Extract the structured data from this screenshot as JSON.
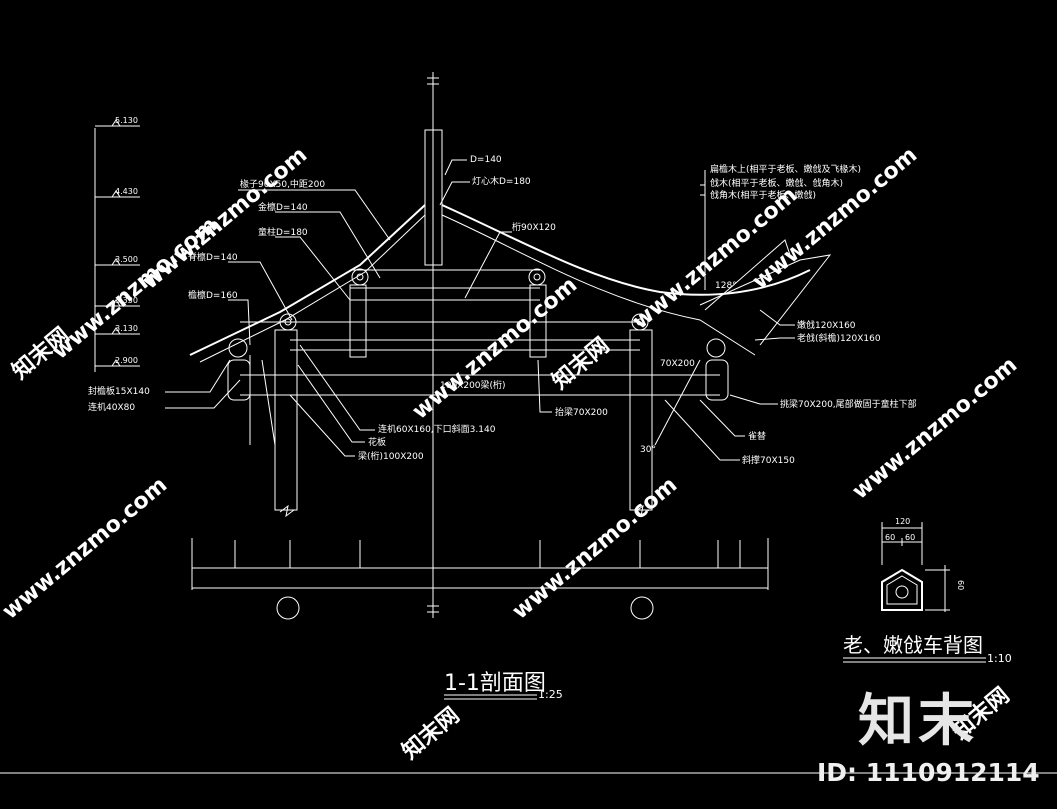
{
  "levels": [
    "5.130",
    "4.430",
    "3.500",
    "3.350",
    "3.130",
    "2.900"
  ],
  "left_annotations": [
    "椽子90X50,中距200",
    "金檩D=140",
    "童柱D=180",
    "脊檩D=140",
    "檐檩D=160",
    "封檐板15X140",
    "连机40X80"
  ],
  "top_annotations": [
    "D=140",
    "灯心木D=180",
    "桁90X120"
  ],
  "right_annotations": [
    "扁檐木上(相平于老板、嫩戗及飞椽木)",
    "戗木(相平于老板、嫩戗、戗角木)",
    "戗角木(相平于老板、嫩戗)"
  ],
  "right_lower_annotations": [
    "嫩戗120X160",
    "老戗(斜檐)120X160",
    "挑梁70X200,尾部做固于童柱下部",
    "雀替",
    "斜撑70X150"
  ],
  "bottom_annotations": [
    "连机60X160,下口斜面3.140",
    "花板",
    "梁(桁)100X200"
  ],
  "beam_label": "100X200梁(桁)",
  "tie_label": "抬梁70X200",
  "post_label": "70X200",
  "angle_top": "128°",
  "angle_bottom": "30°",
  "section_title": "1-1剖面图",
  "section_scale": "1:25",
  "detail_dims": [
    "120",
    "60",
    "60",
    "60"
  ],
  "detail_title": "老、嫩戗车背图",
  "detail_scale": "1:10",
  "watermark": "www.znzmo.com",
  "watermark_cn": "知末网",
  "brand": "知末",
  "id_text": "ID: 1110912114"
}
